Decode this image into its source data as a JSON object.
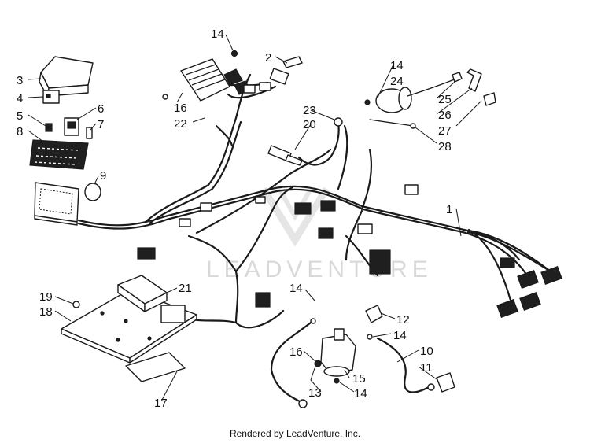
{
  "watermark": "LEADVENTURE",
  "footer": "Rendered by LeadVenture, Inc.",
  "callouts": [
    "1",
    "2",
    "3",
    "4",
    "5",
    "6",
    "7",
    "8",
    "9",
    "10",
    "11",
    "12",
    "13",
    "14",
    "14",
    "14",
    "14",
    "14",
    "15",
    "16",
    "16",
    "17",
    "18",
    "19",
    "20",
    "21",
    "22",
    "23",
    "24",
    "25",
    "26",
    "27",
    "28"
  ]
}
